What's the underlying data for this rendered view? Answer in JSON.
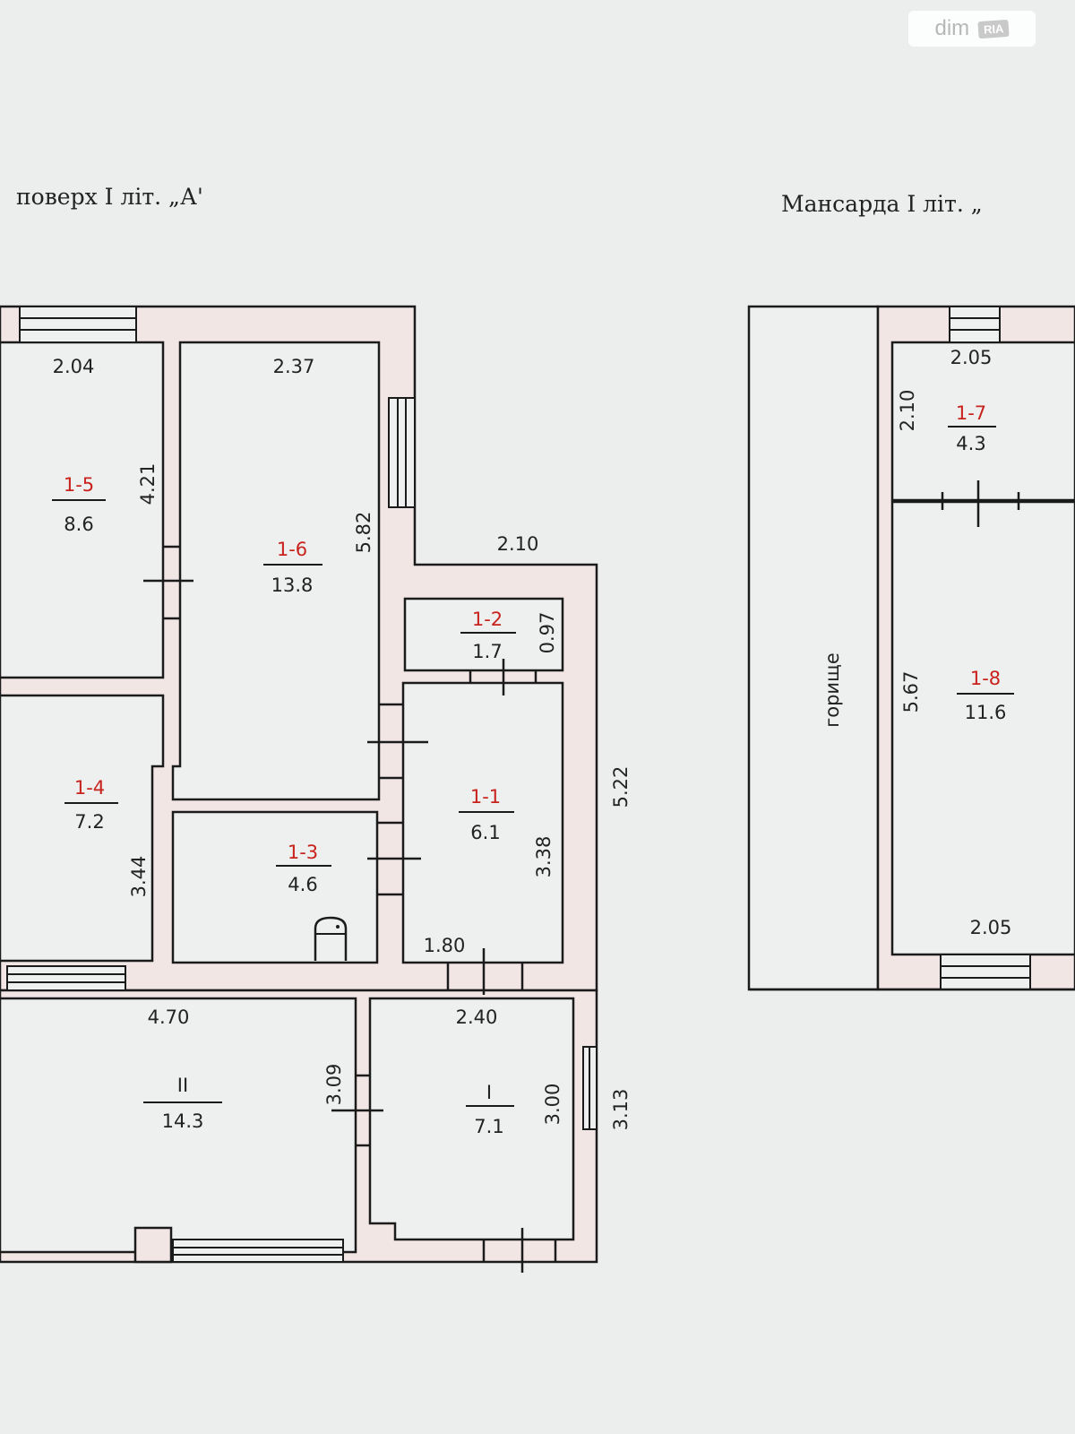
{
  "watermark": {
    "brand": "dim",
    "brand_badge": "RIA"
  },
  "plans": {
    "ground": {
      "title": "поверх I літ. „А'",
      "rooms": [
        {
          "id": "1-5",
          "area": "8.6"
        },
        {
          "id": "1-6",
          "area": "13.8"
        },
        {
          "id": "1-2",
          "area": "1.7"
        },
        {
          "id": "1-4",
          "area": "7.2"
        },
        {
          "id": "1-3",
          "area": "4.6"
        },
        {
          "id": "1-1",
          "area": "6.1"
        },
        {
          "id": "II",
          "area": "14.3"
        },
        {
          "id": "I",
          "area": "7.1"
        }
      ],
      "dimensions": [
        "2.04",
        "2.37",
        "4.21",
        "5.82",
        "2.10",
        "0.97",
        "5.22",
        "3.44",
        "3.38",
        "1.80",
        "4.70",
        "2.40",
        "3.09",
        "3.00",
        "3.13"
      ]
    },
    "attic": {
      "title": "Мансарда I літ. „",
      "rooms": [
        {
          "id": "1-7",
          "area": "4.3"
        },
        {
          "id": "1-8",
          "area": "11.6"
        }
      ],
      "garret_label": "горище",
      "dimensions": [
        "2.05",
        "2.10",
        "5.67",
        "2.05"
      ]
    }
  },
  "colors": {
    "wall_fill": "#f1e6e4",
    "line": "#1b1b1b",
    "room_number": "#c8221c",
    "paper": "#eceeed"
  }
}
